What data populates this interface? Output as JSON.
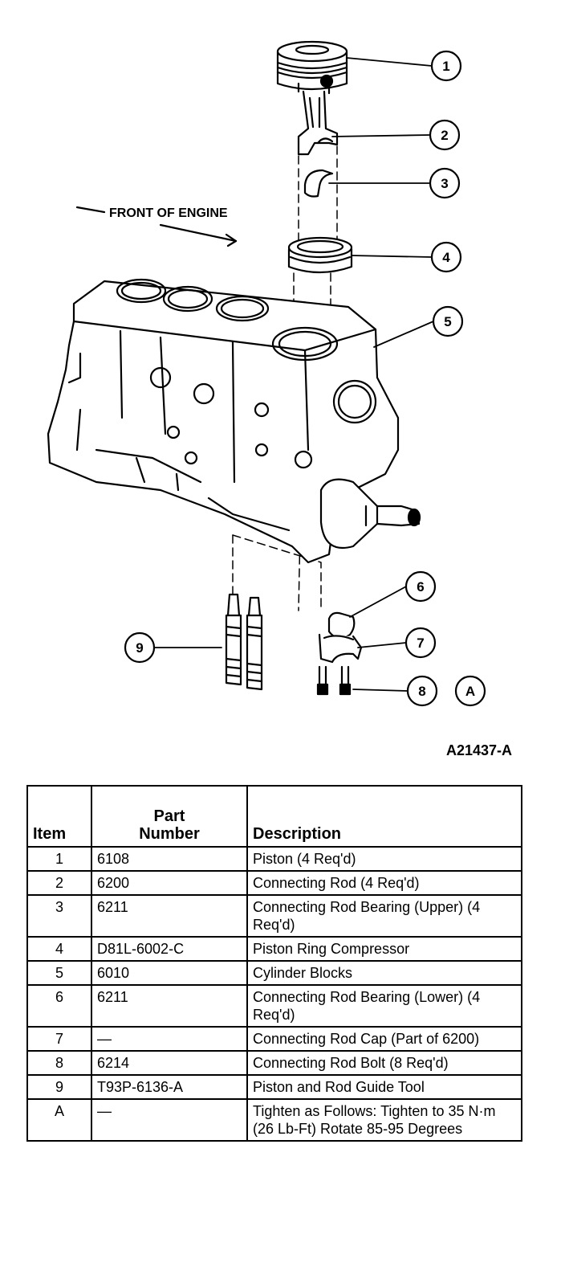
{
  "figure": {
    "front_label": "FRONT OF ENGINE",
    "figure_id": "A21437-A",
    "callouts": [
      "1",
      "2",
      "3",
      "4",
      "5",
      "6",
      "7",
      "8",
      "A",
      "9"
    ]
  },
  "table": {
    "headers": {
      "item": "Item",
      "part_line1": "Part",
      "part_line2": "Number",
      "description": "Description"
    },
    "rows": [
      {
        "item": "1",
        "part": "6108",
        "desc": "Piston (4 Req'd)"
      },
      {
        "item": "2",
        "part": "6200",
        "desc": "Connecting Rod (4 Req'd)"
      },
      {
        "item": "3",
        "part": "6211",
        "desc": "Connecting Rod Bearing (Upper) (4 Req'd)"
      },
      {
        "item": "4",
        "part": "D81L-6002-C",
        "desc": "Piston Ring Compressor"
      },
      {
        "item": "5",
        "part": "6010",
        "desc": "Cylinder Blocks"
      },
      {
        "item": "6",
        "part": "6211",
        "desc": "Connecting Rod Bearing (Lower) (4 Req'd)"
      },
      {
        "item": "7",
        "part": "—",
        "desc": "Connecting Rod Cap (Part of 6200)"
      },
      {
        "item": "8",
        "part": "6214",
        "desc": "Connecting Rod Bolt (8 Req'd)"
      },
      {
        "item": "9",
        "part": "T93P-6136-A",
        "desc": "Piston and Rod Guide Tool"
      },
      {
        "item": "A",
        "part": "—",
        "desc": "Tighten as Follows: Tighten to 35 N·m (26 Lb-Ft) Rotate 85-95 Degrees"
      }
    ]
  }
}
